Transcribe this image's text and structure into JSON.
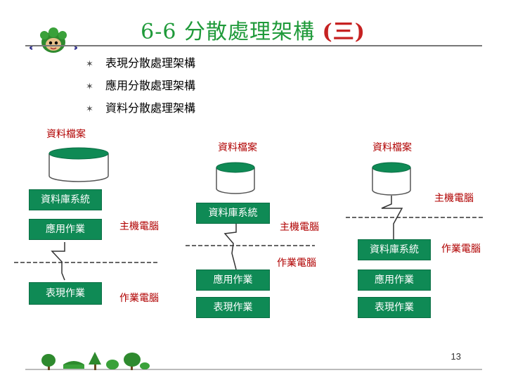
{
  "title": {
    "main": "6-6 分散處理架構 ",
    "paren": "(三)"
  },
  "bullets": [
    "表現分散處理架構",
    "應用分散處理架構",
    "資料分散處理架構"
  ],
  "diagram1": {
    "db_label": "資料檔案",
    "dbms": "資料庫系統",
    "app": "應用作業",
    "pres": "表現作業",
    "host": "主機電腦",
    "client": "作業電腦"
  },
  "diagram2": {
    "db_label": "資料檔案",
    "dbms": "資料庫系統",
    "host": "主機電腦",
    "client": "作業電腦",
    "app": "應用作業",
    "pres": "表現作業"
  },
  "diagram3": {
    "db_label": "資料檔案",
    "host": "主機電腦",
    "dbms": "資料庫系統",
    "client": "作業電腦",
    "app": "應用作業",
    "pres": "表現作業"
  },
  "page_number": "13",
  "colors": {
    "title": "#1f9a3a",
    "box": "#0f8a55",
    "label": "#b00000"
  },
  "icons": [
    "mascot-icon",
    "trees-decoration-icon",
    "bullet-star-icon"
  ]
}
